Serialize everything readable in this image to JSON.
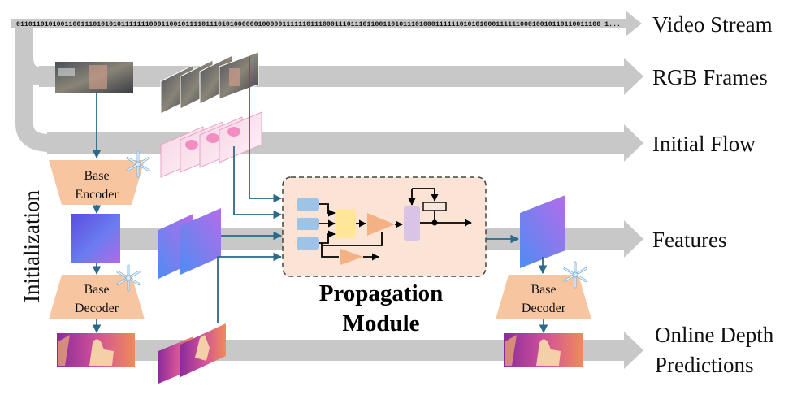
{
  "bitstream": "0110110101001100111010101011111110001100101111011101010000001000001111110111000111011101100110101110100011111101010100011111100010010110110011100 1...",
  "streams": {
    "video": "Video Stream",
    "rgb": "RGB Frames",
    "flow": "Initial Flow",
    "features": "Features",
    "depth_line1": "Online Depth",
    "depth_line2": "Predictions"
  },
  "initialization_label": "Initialization",
  "encoder": {
    "line1": "Base",
    "line2": "Encoder"
  },
  "decoder_left": {
    "line1": "Base",
    "line2": "Decoder"
  },
  "decoder_right": {
    "line1": "Base",
    "line2": "Decoder"
  },
  "propagation": {
    "line1": "Propagation",
    "line2": "Module"
  },
  "colors": {
    "stream_gray": "#c8c8c8",
    "connector": "#2a6a8a",
    "trapezoid": "#f7c6a0",
    "module_bg": "#fbe3d6",
    "module_border": "#444444",
    "mini_blue": "#9dc3e6",
    "mini_yellow": "#ffe699",
    "mini_orange": "#f4b183",
    "mini_purple": "#d9c3e6"
  },
  "icons": {
    "frozen": "snowflake-icon"
  }
}
